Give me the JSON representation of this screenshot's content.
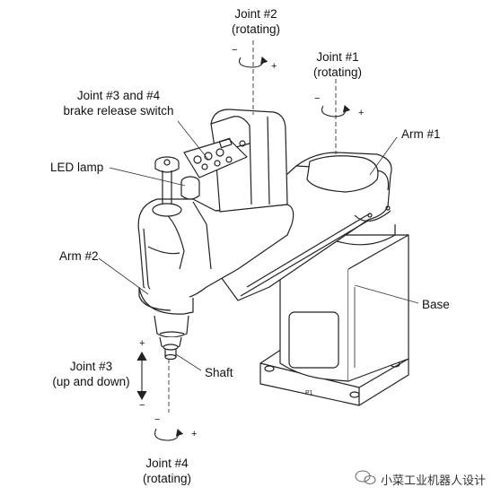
{
  "labels": {
    "joint2": [
      "Joint #2",
      "(rotating)"
    ],
    "joint1": [
      "Joint #1",
      "(rotating)"
    ],
    "joint34_switch": [
      "Joint #3 and #4",
      "brake release switch"
    ],
    "arm1": "Arm #1",
    "led_lamp": "LED lamp",
    "arm2": "Arm #2",
    "base": "Base",
    "joint3": [
      "Joint #3",
      "(up and down)"
    ],
    "shaft": "Shaft",
    "joint4": [
      "Joint #4",
      "(rotating)"
    ]
  },
  "signs": {
    "j2_minus": "−",
    "j2_plus": "+",
    "j1_minus": "−",
    "j1_plus": "+",
    "j3_plus": "+",
    "j3_minus": "−",
    "j4_minus": "−",
    "j4_plus": "+"
  },
  "watermark": "小菜工业机器人设计"
}
